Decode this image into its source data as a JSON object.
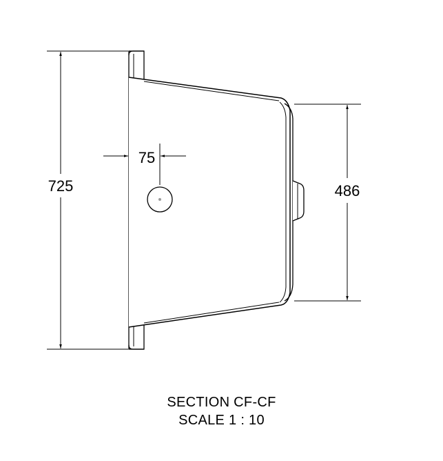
{
  "dimensions": {
    "overall_height": "725",
    "right_height": "486",
    "hole_offset": "75"
  },
  "caption": {
    "section_label": "SECTION CF-CF",
    "scale_label": "SCALE 1 : 10"
  },
  "colors": {
    "line": "#000000",
    "background": "#ffffff",
    "hole_center": "#9a9a9a"
  }
}
